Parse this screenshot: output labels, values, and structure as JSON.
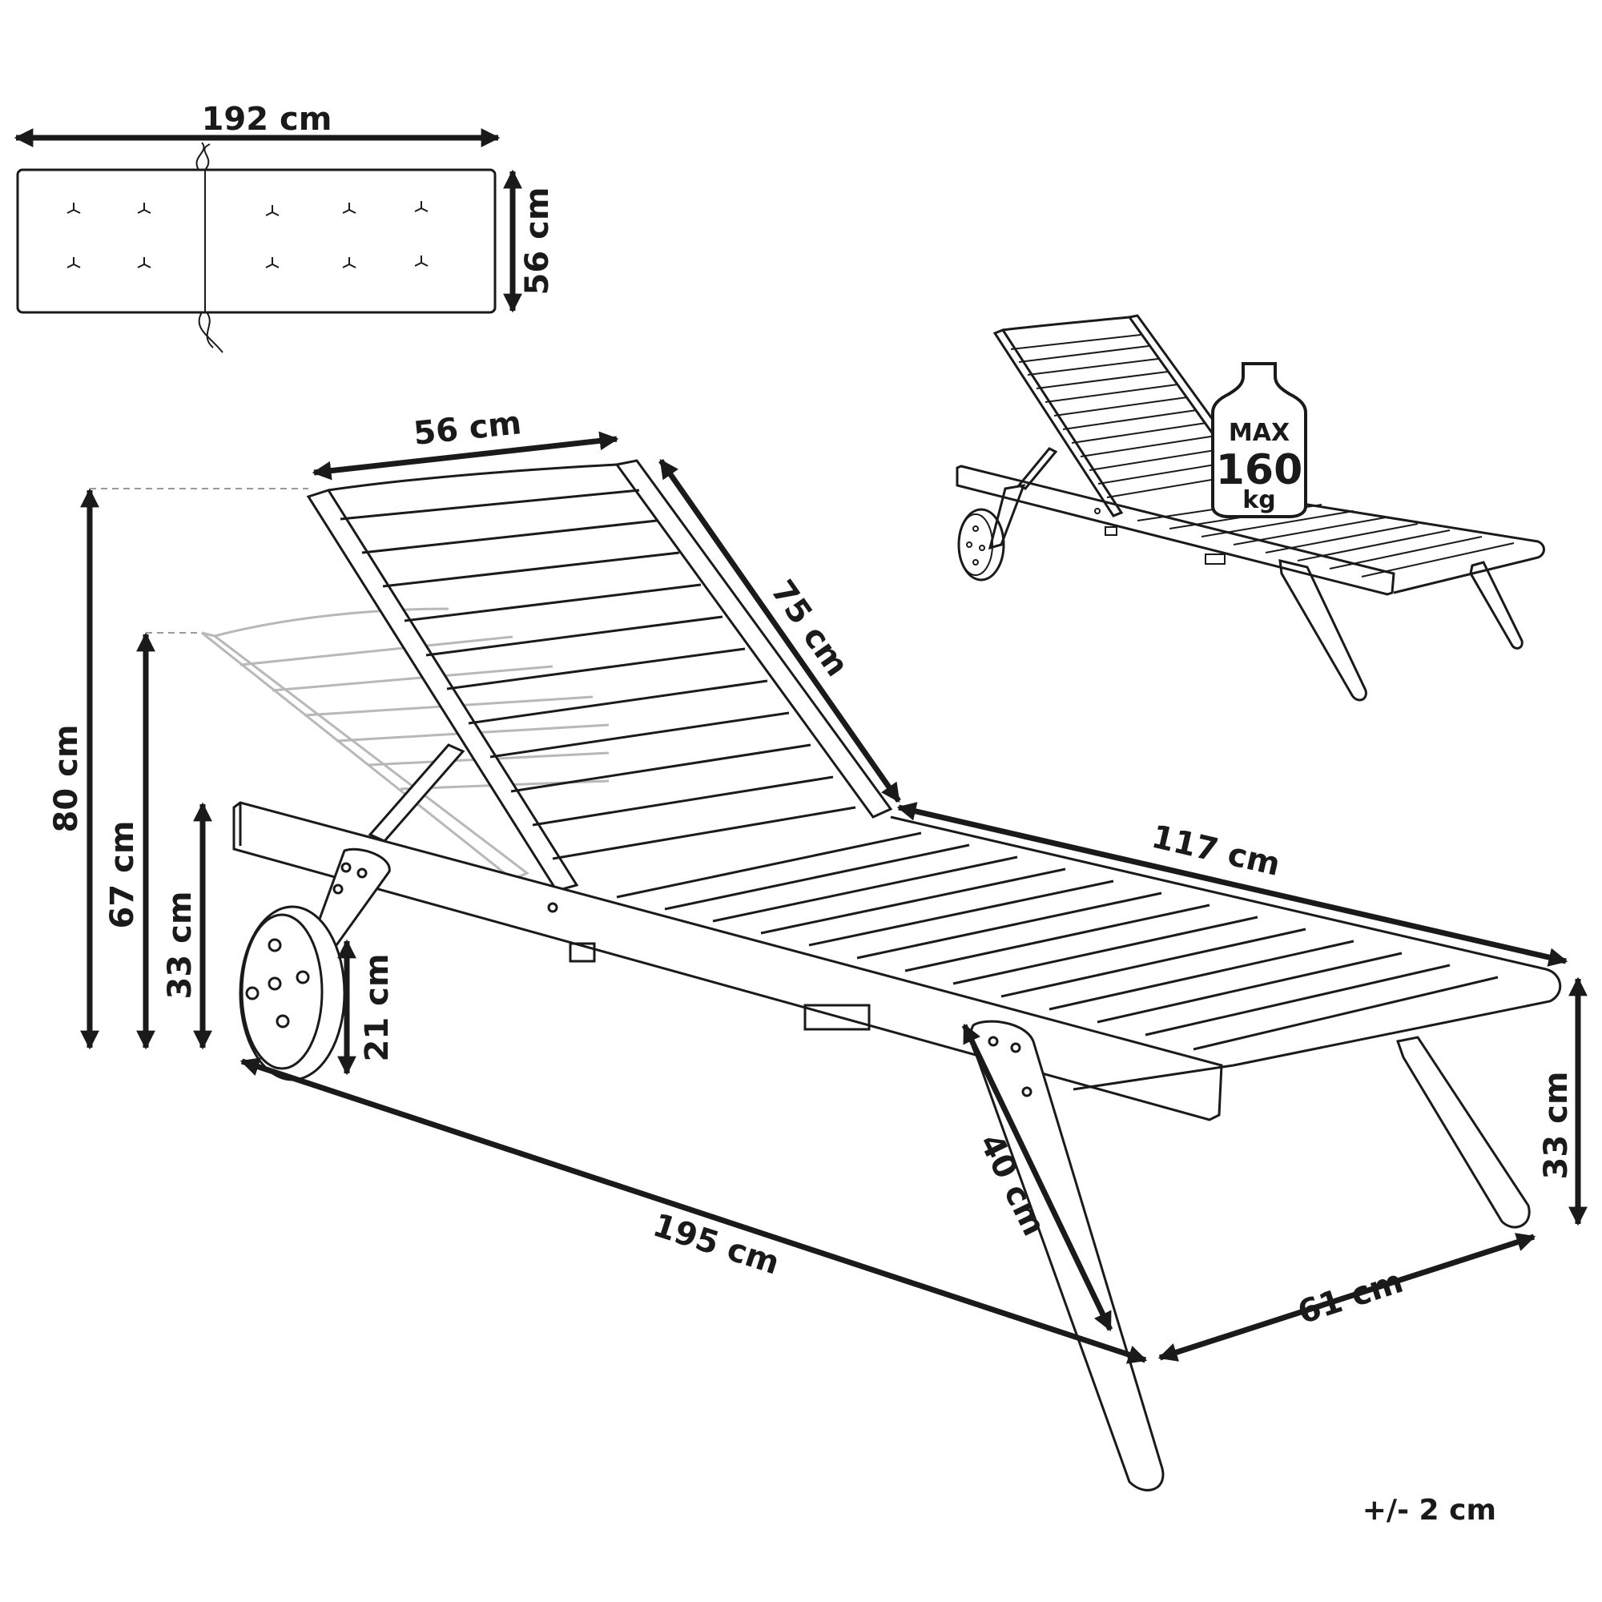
{
  "labels": {
    "cushion_length": "192 cm",
    "cushion_width": "56 cm",
    "backrest_width": "56 cm",
    "backrest_length": "75 cm",
    "height_upright": "80 cm",
    "height_reclined": "67 cm",
    "frame_height_rear": "33 cm",
    "wheel_height": "21 cm",
    "seat_length": "117 cm",
    "total_length": "195 cm",
    "leg_length": "40 cm",
    "total_width": "61 cm",
    "frame_height_front": "33 cm",
    "tolerance": "+/- 2 cm"
  },
  "weight_badge": {
    "max": "MAX",
    "value": "160",
    "unit": "kg"
  },
  "icons": [
    "cushion-drawing",
    "lounger-drawing",
    "lounger-thumbnail",
    "weight-bottle-icon"
  ]
}
